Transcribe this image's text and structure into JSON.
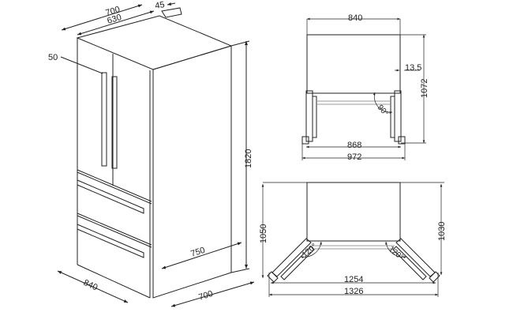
{
  "iso_view": {
    "dims": {
      "overall_depth": "700",
      "body_depth": "630",
      "handle_depth": "45",
      "handle_offset": "50",
      "height": "1820",
      "side_depth": "750",
      "width": "840",
      "depth_bottom": "700",
      "height_side": "1050"
    }
  },
  "top_view_90": {
    "dims": {
      "width": "840",
      "hinge_offset": "13.5",
      "depth": "1072",
      "inner_width": "868",
      "outer_width": "972",
      "angle": "90°"
    }
  },
  "top_view_120": {
    "dims": {
      "depth_left": "1050",
      "depth_right": "1030",
      "inner_width": "1254",
      "outer_width": "1326",
      "angle_left": "120°",
      "angle_right": "120°"
    }
  }
}
